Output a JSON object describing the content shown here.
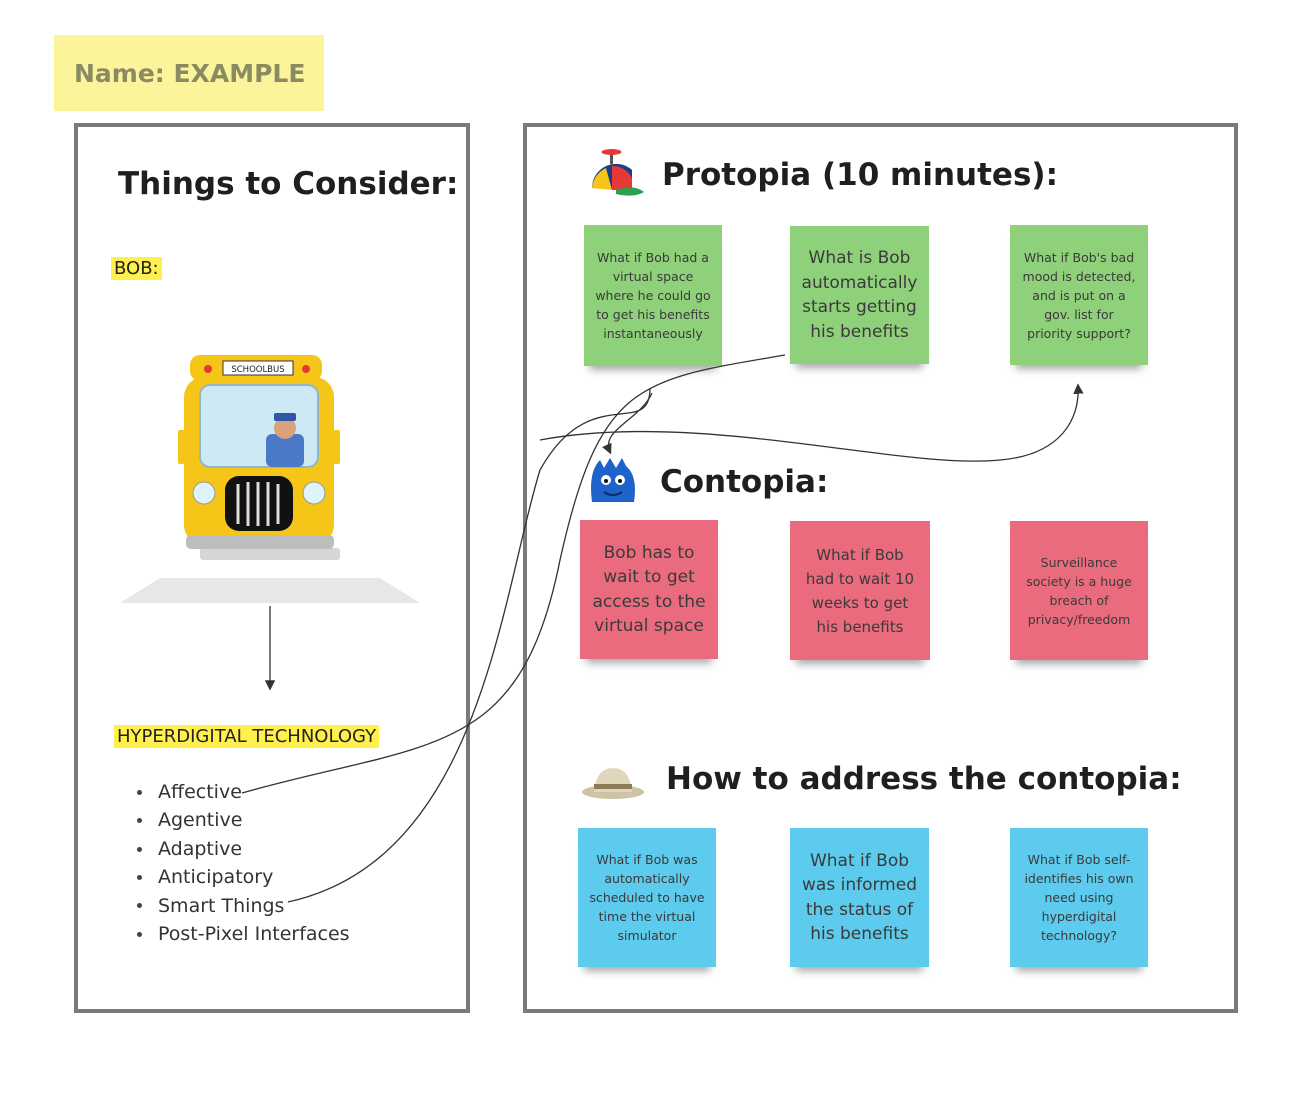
{
  "name_note": "Name: EXAMPLE",
  "left_panel": {
    "title": "Things to Consider:",
    "bob_label": "BOB:",
    "bus_sign": "SCHOOLBUS",
    "tech_label": "HYPERDIGITAL TECHNOLOGY",
    "tech_items": [
      "Affective",
      "Agentive",
      "Adaptive",
      "Anticipatory",
      "Smart Things",
      "Post-Pixel Interfaces"
    ]
  },
  "protopia": {
    "title": "Protopia (10 minutes):",
    "notes": [
      "What if Bob had a virtual space where he could go to get his benefits instantaneously",
      "What is Bob automatically starts getting his benefits",
      "What if Bob's bad mood is detected, and is put on a gov. list for priority support?"
    ]
  },
  "contopia": {
    "title": "Contopia:",
    "notes": [
      "Bob has to wait to get access to the virtual space",
      "What if Bob had to wait 10 weeks to get his benefits",
      "Surveillance society is a huge breach of privacy/freedom"
    ]
  },
  "address": {
    "title": "How to address the contopia:",
    "notes": [
      "What if Bob was automatically scheduled to have time the virtual simulator",
      "What if Bob was informed the status of his benefits",
      "What if Bob self-identifies his own need using hyperdigital technology?"
    ]
  },
  "colors": {
    "protopia_note": "#8fd07a",
    "contopia_note": "#ea6b7e",
    "address_note": "#5ccbed",
    "highlight": "#fff04d",
    "name_note": "#fbf49b"
  }
}
